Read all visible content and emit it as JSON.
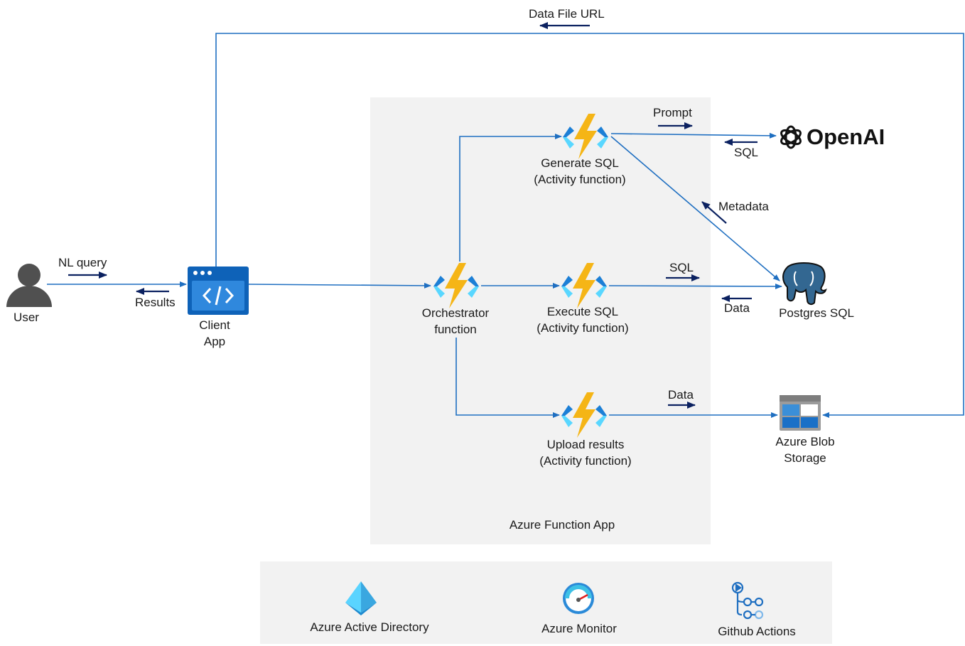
{
  "colors": {
    "connector": "#1f6fc1",
    "flow_arrow": "#0b2160",
    "panel_bg": "#f2f2f2",
    "text": "#1a1a1a"
  },
  "nodes": {
    "user": {
      "label": "User",
      "icon": "user-icon"
    },
    "client_app": {
      "label_line1": "Client",
      "label_line2": "App",
      "icon": "code-window-icon"
    },
    "orchestrator": {
      "label_line1": "Orchestrator",
      "label_line2": "function",
      "icon": "azure-function-icon"
    },
    "generate_sql": {
      "label_line1": "Generate SQL",
      "label_line2": "(Activity function)",
      "icon": "azure-function-icon"
    },
    "execute_sql": {
      "label_line1": "Execute SQL",
      "label_line2": "(Activity function)",
      "icon": "azure-function-icon"
    },
    "upload_results": {
      "label_line1": "Upload results",
      "label_line2": "(Activity function)",
      "icon": "azure-function-icon"
    },
    "openai": {
      "label": "OpenAI",
      "icon": "openai-logo-icon"
    },
    "postgres": {
      "label": "Postgres SQL",
      "icon": "postgres-elephant-icon"
    },
    "blob": {
      "label_line1": "Azure Blob",
      "label_line2": "Storage",
      "icon": "blob-storage-icon"
    }
  },
  "groups": {
    "function_app": {
      "label": "Azure Function App"
    }
  },
  "flow_labels": {
    "nl_query": "NL query",
    "results": "Results",
    "data_file_url": "Data File URL",
    "prompt": "Prompt",
    "sql_back": "SQL",
    "metadata": "Metadata",
    "sql_exec": "SQL",
    "data_back": "Data",
    "data_upload": "Data"
  },
  "footer": {
    "items": [
      {
        "label": "Azure Active Directory",
        "icon": "azure-ad-icon"
      },
      {
        "label": "Azure Monitor",
        "icon": "azure-monitor-icon"
      },
      {
        "label": "Github Actions",
        "icon": "github-actions-icon"
      }
    ]
  }
}
